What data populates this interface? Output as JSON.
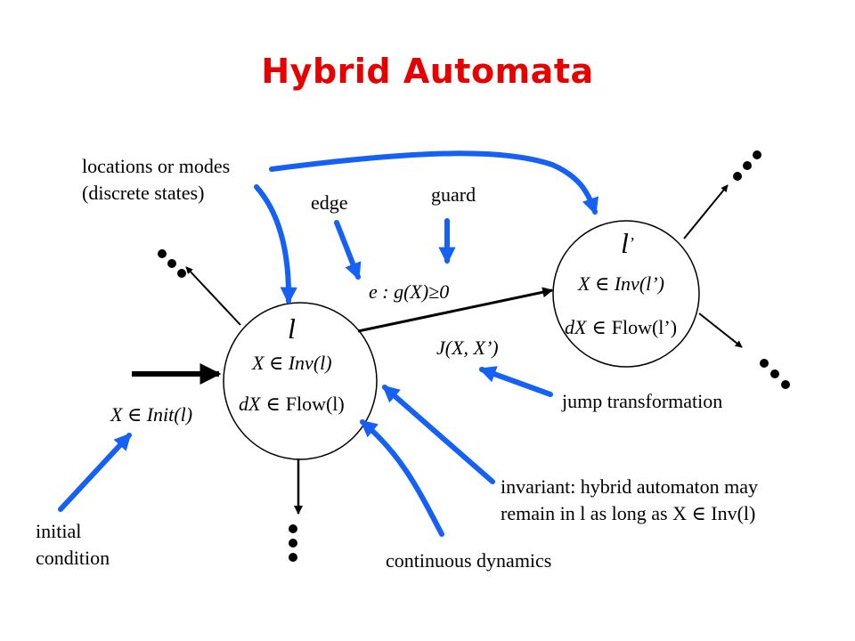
{
  "title": "Hybrid Automata",
  "nodes": {
    "l": {
      "name": "l",
      "invariant": "X ∈ Inv(l)",
      "flow_var": "dX",
      "flow_sym": "∈",
      "flow_fn": "Flow(l)"
    },
    "l_prime": {
      "name": "l",
      "name_mark": "’",
      "invariant": "X ∈ Inv(l’)",
      "flow_var": "dX",
      "flow_sym": "∈",
      "flow_fn": "Flow(l’)"
    }
  },
  "edge_label": "e : g(X)≥0",
  "jump_label": "J(X, X’)",
  "init_label": "X ∈ Init(l)",
  "annotations": {
    "locations": [
      "locations or modes",
      "(discrete states)"
    ],
    "edge": "edge",
    "guard": "guard",
    "jump": "jump transformation",
    "invariant": [
      "invariant: hybrid automaton may",
      "remain in l as long as X ∈ Inv(l)"
    ],
    "continuous": "continuous dynamics",
    "initial": [
      "initial",
      "condition"
    ]
  },
  "colors": {
    "title": "#e60000",
    "pointer": "#1560f5",
    "line": "#000000"
  }
}
